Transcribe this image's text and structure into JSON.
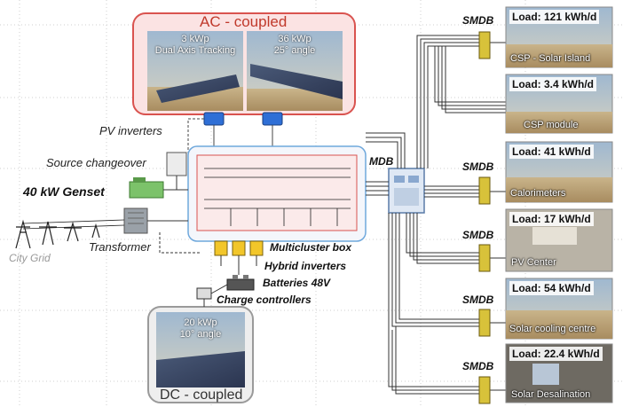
{
  "ac_coupled": {
    "title": "AC - coupled",
    "panel_left": {
      "line1": "3 kWp",
      "line2": "Dual Axis Tracking"
    },
    "panel_right": {
      "line1": "36 kWp",
      "line2": "25° angle"
    }
  },
  "dc_coupled": {
    "title": "DC - coupled",
    "panel": {
      "line1": "20 kWp",
      "line2": "10° angle"
    }
  },
  "labels": {
    "pv_inverters": "PV  inverters",
    "source_changeover": "Source changeover",
    "genset": "40 kW Genset",
    "transformer": "Transformer",
    "city_grid": "City Grid",
    "mdb": "MDB",
    "multicluster_box": "Multicluster box",
    "hybrid_inverters": "Hybrid inverters",
    "batteries": "Batteries 48V",
    "charge_controllers": "Charge controllers"
  },
  "loads": [
    {
      "smdb": "SMDB",
      "load": "Load: 121 kWh/d",
      "name": "CSP - Solar Island"
    },
    {
      "smdb": "",
      "load": "Load: 3.4 kWh/d",
      "name": "CSP module"
    },
    {
      "smdb": "SMDB",
      "load": "Load: 41 kWh/d",
      "name": "Calorimeters"
    },
    {
      "smdb": "SMDB",
      "load": "Load: 17 kWh/d",
      "name": "PV Center"
    },
    {
      "smdb": "SMDB",
      "load": "Load: 54 kWh/d",
      "name": "Solar cooling centre"
    },
    {
      "smdb": "SMDB",
      "load": "Load: 22.4 kWh/d",
      "name": "Solar Desalination"
    }
  ],
  "colors": {
    "ac_frame": "#d9534f",
    "ac_fill": "#fbe3e3",
    "dc_frame": "#9a9a9a",
    "mdb_frame": "#6fa8dc",
    "smdb_yellow": "#d8c23a",
    "cable": "#333333"
  },
  "icons": [
    "pv-inverter-icon",
    "changeover-switch-icon",
    "genset-icon",
    "transformer-icon",
    "power-pylon-icon",
    "mdb-panel-icon",
    "smdb-panel-icon",
    "battery-icon",
    "charge-controller-icon"
  ]
}
